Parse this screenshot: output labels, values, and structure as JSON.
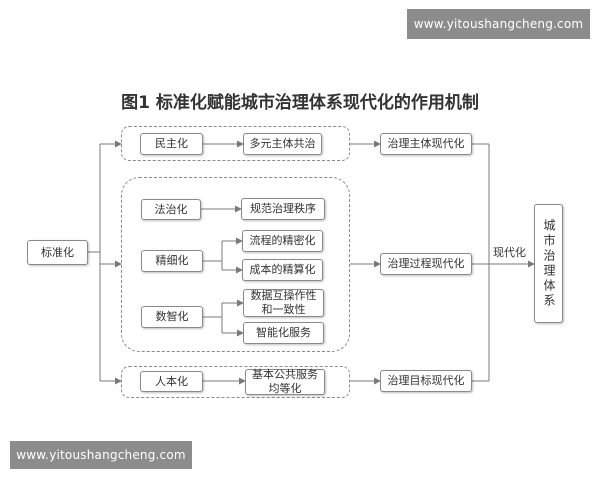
{
  "watermark": "www.yitoushangcheng.com",
  "title": "图1 标准化赋能城市治理体系现代化的作用机制",
  "nodes": {
    "standardization": "标准化",
    "democratization": "民主化",
    "multi_subject": "多元主体共治",
    "rule_of_law": "法治化",
    "norm_order": "规范治理秩序",
    "refinement": "精细化",
    "process_precision": "流程的精密化",
    "cost_precision": "成本的精算化",
    "digital_intelligence": "数智化",
    "data_interop": "数据互操作性\n和一致性",
    "smart_service": "智能化服务",
    "humanization": "人本化",
    "public_service": "基本公共服务\n均等化",
    "subject_modern": "治理主体现代化",
    "process_modern": "治理过程现代化",
    "goal_modern": "治理目标现代化",
    "modernization_label": "现代化",
    "city_system": "城市治理体系"
  },
  "colors": {
    "line": "#7a7a7a",
    "border": "#8a8a8a",
    "text": "#333333",
    "watermark_bg": "#8c8c8c"
  }
}
